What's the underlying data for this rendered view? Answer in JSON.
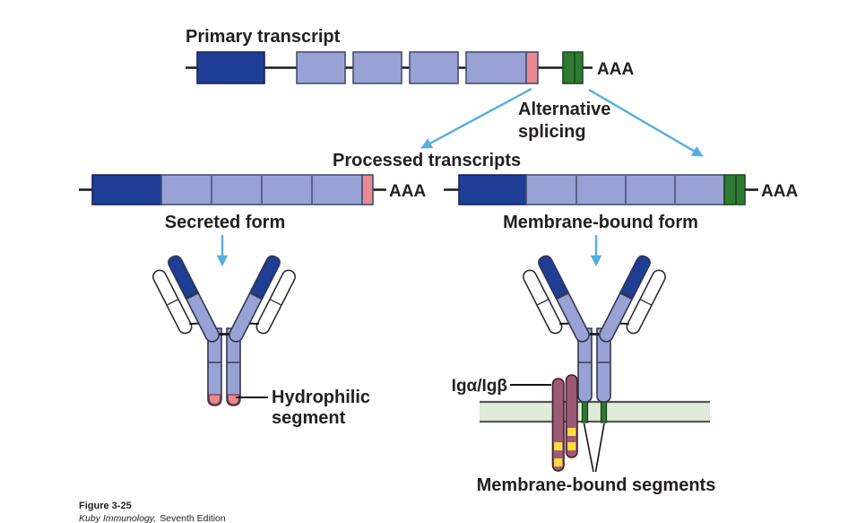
{
  "labels": {
    "primary_transcript": "Primary transcript",
    "poly_a": "AAA",
    "alternative_splicing_line1": "Alternative",
    "alternative_splicing_line2": "splicing",
    "processed_transcripts": "Processed transcripts",
    "secreted_form": "Secreted form",
    "membrane_bound_form": "Membrane-bound form",
    "hydrophilic_line1": "Hydrophilic",
    "hydrophilic_line2": "segment",
    "ig_alpha_beta": "Igα/Igβ",
    "membrane_bound_segments": "Membrane-bound segments"
  },
  "figure": {
    "caption_title": "Figure 3-25",
    "caption_source_italic": "Kuby Immunology,",
    "caption_source_rest": "Seventh Edition"
  },
  "colors": {
    "dark_blue": "#1e3d94",
    "lavender": "#98a2d4",
    "pink": "#e98a90",
    "green": "#2e7a33",
    "cyan": "#55ade0",
    "maroon": "#9c5a74",
    "yellow": "#fbdf3a",
    "membrane_fill": "#dfead9",
    "ink": "#231f20"
  }
}
